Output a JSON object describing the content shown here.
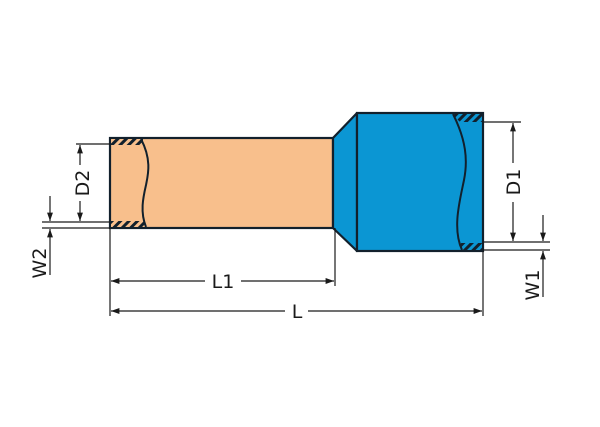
{
  "diagram": {
    "title": "Ferrule with plastic collar dimension drawing",
    "colors": {
      "sleeve_fill": "#f8bf8c",
      "collar_fill": "#0b96d3",
      "outline": "#12202c",
      "dimension_line": "#1a1a1a",
      "background": "#ffffff"
    },
    "labels": {
      "d2": "D2",
      "w2": "W2",
      "d1": "D1",
      "w1": "W1",
      "l1": "L1",
      "l": "L"
    },
    "parts": [
      {
        "name": "metal sleeve",
        "color": "orange"
      },
      {
        "name": "plastic collar",
        "color": "blue"
      }
    ]
  }
}
